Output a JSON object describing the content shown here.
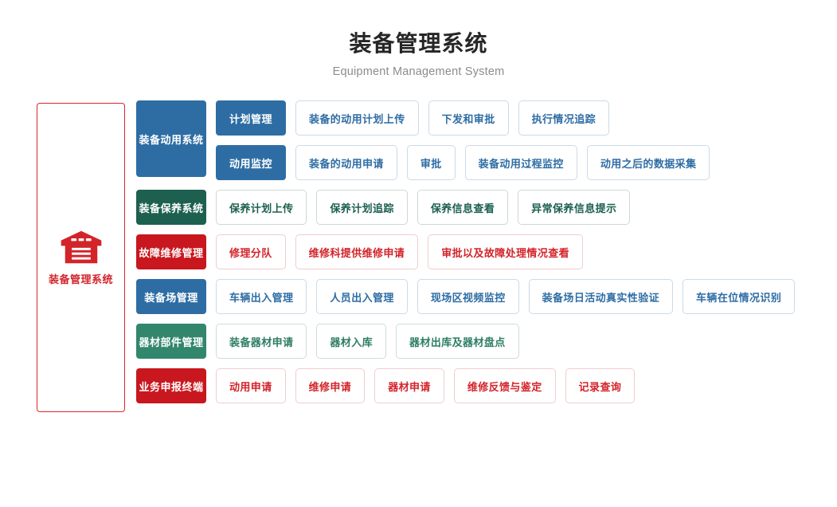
{
  "header": {
    "title": "装备管理系统",
    "subtitle": "Equipment Management System"
  },
  "brand": {
    "icon": "warehouse-icon",
    "label": "装备管理系统",
    "border_color": "#d9262c",
    "text_color": "#d3242a"
  },
  "palette": {
    "blue": "#2e6da4",
    "green_dark": "#1d6050",
    "green_light": "#32866c",
    "red": "#c8171e",
    "red_text": "#d3242a",
    "title_color": "#262626",
    "subtitle_color": "#8c8c8c",
    "leaf_border_blue": "#cbdae7",
    "leaf_border_green": "#cdd9d4",
    "leaf_border_red": "#f0cdcf",
    "background": "#ffffff"
  },
  "rows": [
    {
      "category": "装备动用系统",
      "theme": "blue",
      "tall": true,
      "sublines": [
        {
          "subcategory": "计划管理",
          "leaves": [
            "装备的动用计划上传",
            "下发和审批",
            "执行情况追踪"
          ]
        },
        {
          "subcategory": "动用监控",
          "leaves": [
            "装备的动用申请",
            "审批",
            "装备动用过程监控",
            "动用之后的数据采集"
          ]
        }
      ]
    },
    {
      "category": "装备保养系统",
      "theme": "green",
      "tall": false,
      "sublines": [
        {
          "subcategory": null,
          "leaves": [
            "保养计划上传",
            "保养计划追踪",
            "保养信息查看",
            "异常保养信息提示"
          ]
        }
      ]
    },
    {
      "category": "故障维修管理",
      "theme": "red",
      "tall": false,
      "sublines": [
        {
          "subcategory": null,
          "leaves": [
            "修理分队",
            "维修科提供维修申请",
            "审批以及故障处理情况查看"
          ]
        }
      ]
    },
    {
      "category": "装备场管理",
      "theme": "blue",
      "tall": false,
      "sublines": [
        {
          "subcategory": null,
          "leaves": [
            "车辆出入管理",
            "人员出入管理",
            "现场区视频监控",
            "装备场日活动真实性验证",
            "车辆在位情况识别"
          ]
        }
      ]
    },
    {
      "category": "器材部件管理",
      "theme": "green2",
      "tall": false,
      "sublines": [
        {
          "subcategory": null,
          "leaves": [
            "装备器材申请",
            "器材入库",
            "器材出库及器材盘点"
          ]
        }
      ]
    },
    {
      "category": "业务申报终端",
      "theme": "red",
      "tall": false,
      "sublines": [
        {
          "subcategory": null,
          "leaves": [
            "动用申请",
            "维修申请",
            "器材申请",
            "维修反馈与鉴定",
            "记录查询"
          ]
        }
      ]
    }
  ]
}
